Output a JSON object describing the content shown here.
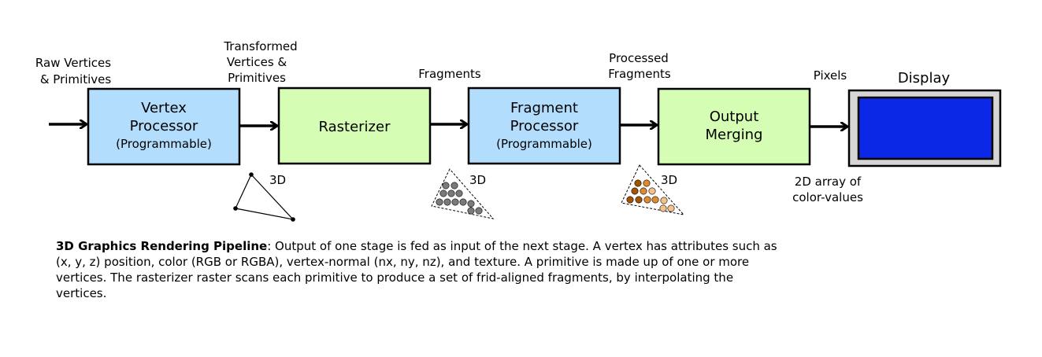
{
  "labels": {
    "raw_vertices": [
      "Raw Vertices",
      "& Primitives"
    ],
    "transformed_vertices": [
      "Transformed",
      "Vertices &",
      "Primitives"
    ],
    "fragments": [
      "Fragments"
    ],
    "processed_fragments": [
      "Processed",
      "Fragments"
    ],
    "pixels": [
      "Pixels"
    ],
    "display": "Display",
    "color_values": [
      "2D array of",
      "color-values"
    ]
  },
  "stages": {
    "vertex_processor": {
      "title": [
        "Vertex",
        "Processor"
      ],
      "subtitle": "(Programmable)"
    },
    "rasterizer": {
      "title": [
        "Rasterizer"
      ]
    },
    "fragment_processor": {
      "title": [
        "Fragment",
        "Processor"
      ],
      "subtitle": "(Programmable)"
    },
    "output_merging": {
      "title": [
        "Output",
        "Merging"
      ]
    }
  },
  "icons": {
    "tag_3d": "3D",
    "triangle": "triangle-vertices-icon",
    "fragments_gray": "gray-fragments-icon",
    "fragments_colored": "colored-fragments-icon",
    "display": "display-screen-icon"
  },
  "colors": {
    "programmable_fill": "#b3ddfd",
    "fixed_fill": "#d5fdb3",
    "display_screen": "#0a28e6",
    "display_bezel": "#d5d5d5",
    "fragment_gray": "#7a7a7a",
    "fragment_orange_dark": "#a35200",
    "fragment_orange_mid": "#e08a2e",
    "fragment_orange_light": "#f5c08a"
  },
  "caption": {
    "bold": "3D Graphics Rendering Pipeline",
    "text": ": Output of one stage is fed as input of the next stage. A vertex has attributes such as (x, y, z) position, color (RGB or RGBA), vertex-normal (nx, ny, nz), and texture. A primitive is made up of one or more vertices. The rasterizer raster scans each primitive to produce a set of frid-aligned fragments, by interpolating the vertices."
  }
}
